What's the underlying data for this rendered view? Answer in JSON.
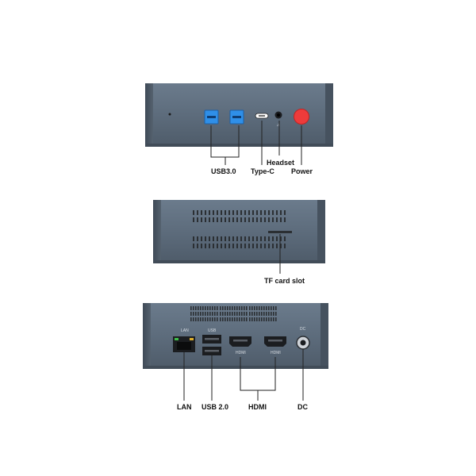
{
  "views": {
    "front": {
      "labels": {
        "usb30": "USB3.0",
        "typec": "Type-C",
        "headset": "Headset",
        "power": "Power"
      }
    },
    "side": {
      "labels": {
        "tf_slot": "TF card slot"
      }
    },
    "back": {
      "port_text": {
        "lan": "LAN",
        "usb": "USB",
        "hdmi_left": "HDMI",
        "hdmi_right": "HDMI",
        "dc": "DC"
      },
      "labels": {
        "lan": "LAN",
        "usb20": "USB 2.0",
        "hdmi": "HDMI",
        "dc": "DC"
      }
    }
  },
  "colors": {
    "body": "#5f6f80",
    "body_dark": "#4a5766",
    "usb3_blue": "#2f8fe8",
    "power_red": "#ee3b3b",
    "vent_dark": "#2b2f33",
    "port_black": "#1b1d20"
  }
}
